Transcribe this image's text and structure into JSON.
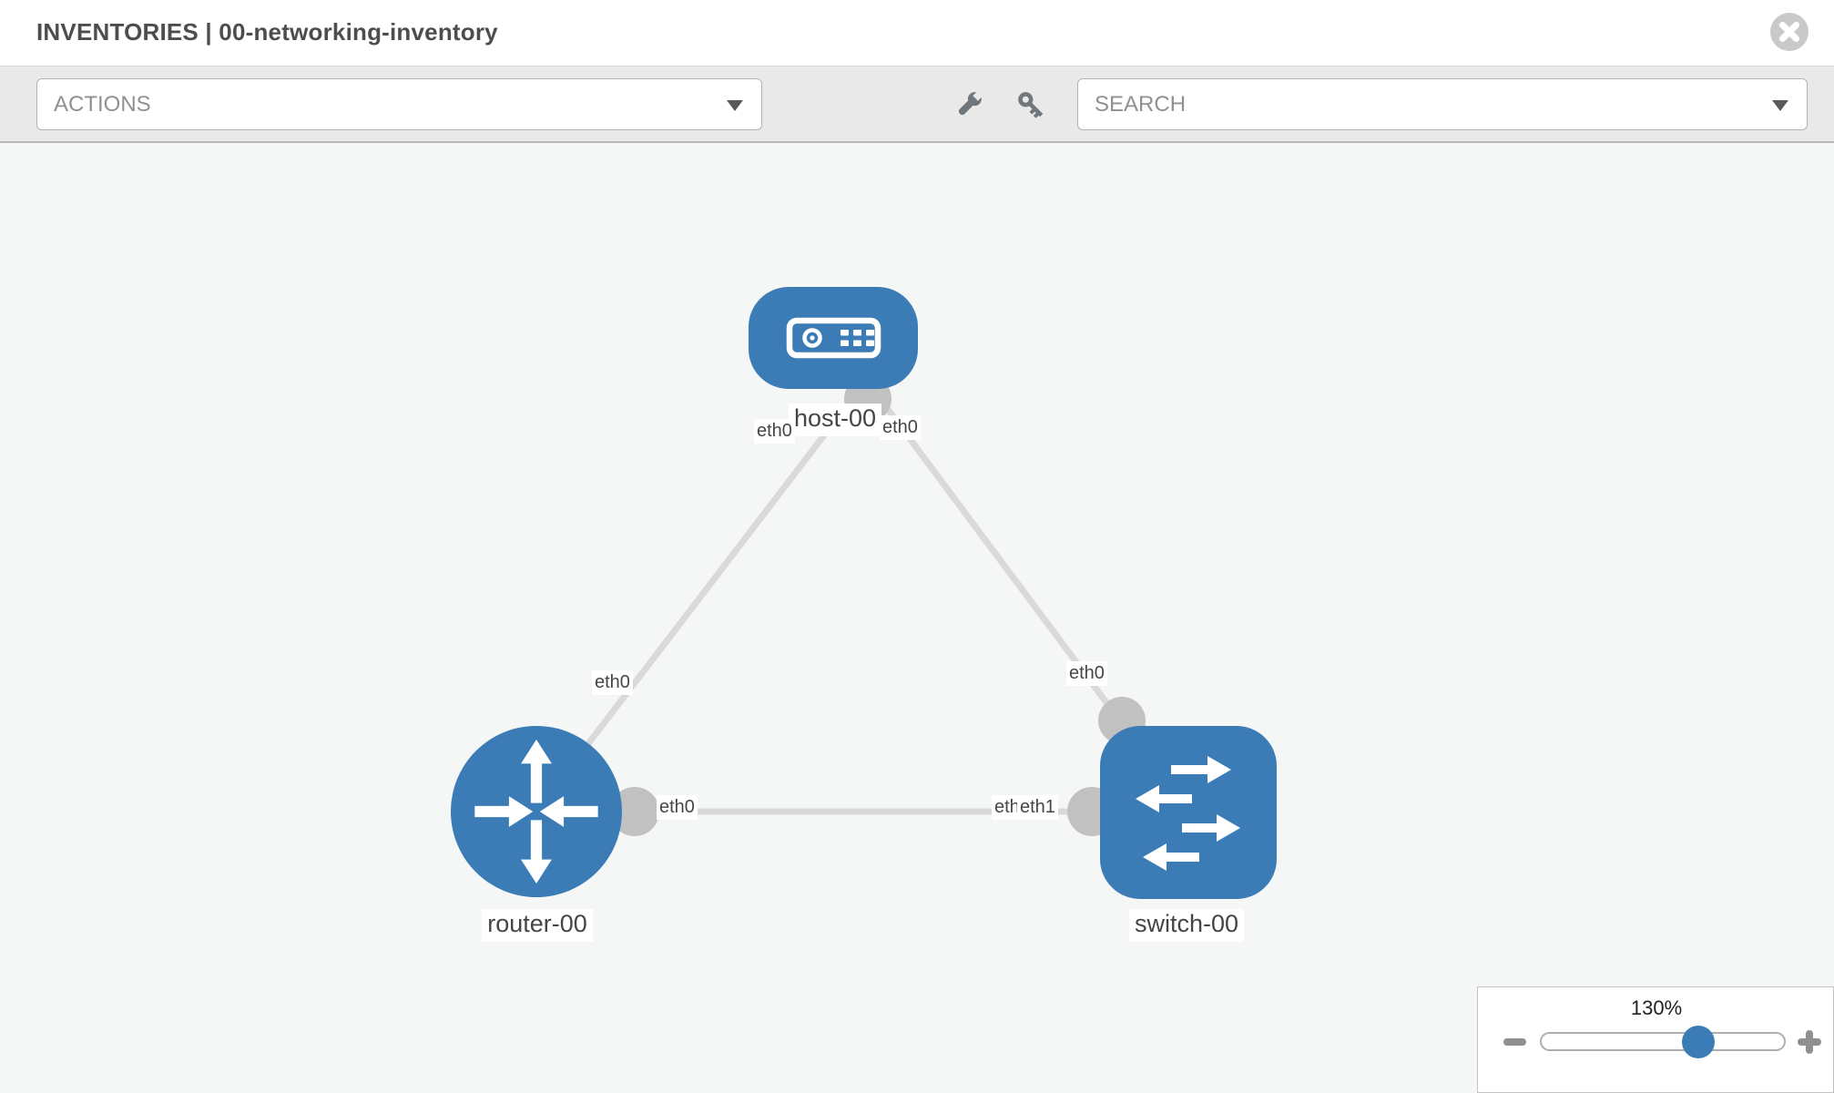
{
  "header": {
    "title": "INVENTORIES | 00-networking-inventory"
  },
  "toolbar": {
    "actions_label": "ACTIONS",
    "search_label": "SEARCH"
  },
  "topology": {
    "nodes": [
      {
        "id": "host-00",
        "type": "host",
        "label": "host-00"
      },
      {
        "id": "router-00",
        "type": "router",
        "label": "router-00"
      },
      {
        "id": "switch-00",
        "type": "switch",
        "label": "switch-00"
      }
    ],
    "links": [
      {
        "source": "host-00",
        "source_interface": "eth0",
        "target": "router-00",
        "target_interface": "eth0"
      },
      {
        "source": "host-00",
        "source_interface": "eth0",
        "target": "switch-00",
        "target_interface": "eth0"
      },
      {
        "source": "router-00",
        "source_interface": "eth0",
        "target": "switch-00",
        "target_interface": "eth1"
      }
    ],
    "overlapped_interface_label": "eth0"
  },
  "zoom_control": {
    "level": "130%"
  },
  "icons": {
    "close": "circle-x-icon",
    "wrench": "wrench-icon",
    "key": "key-icon",
    "actions_caret": "chevron-down-icon",
    "search_caret": "chevron-down-icon",
    "zoom_out": "minus-icon",
    "zoom_in": "plus-icon",
    "host": "server-icon",
    "router": "router-arrows-icon",
    "switch": "switch-arrows-icon"
  },
  "colors": {
    "node_fill": "#3b7cb6",
    "link_stroke": "#d9d9d9",
    "interface_dot": "#c1c1c1",
    "slider_thumb": "#3b7cb6",
    "toolbar_bg": "#e9e9e9",
    "canvas_bg": "#f5f6f6"
  }
}
